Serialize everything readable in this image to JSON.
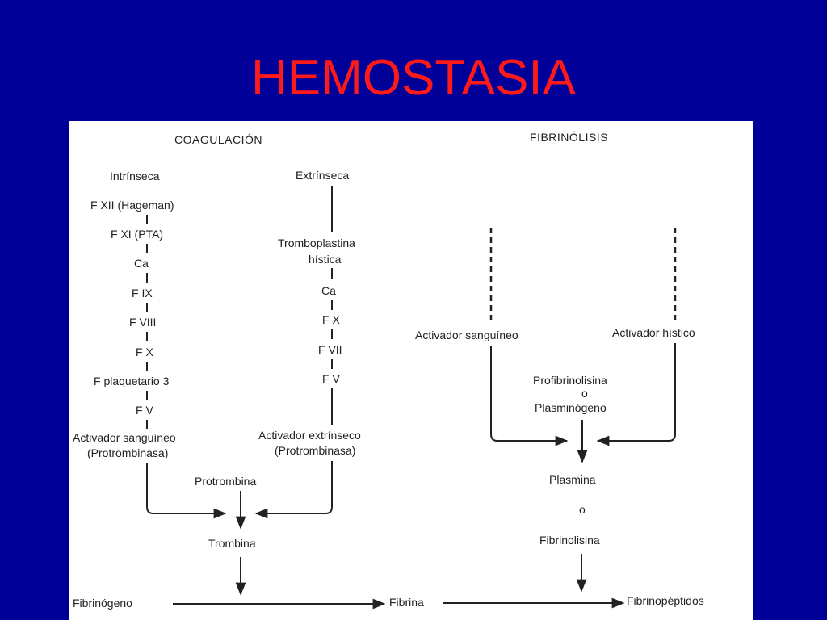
{
  "slide": {
    "title": "HEMOSTASIA"
  },
  "diagram": {
    "coagulation": {
      "heading": "COAGULACIÓN",
      "intrinsic": {
        "label": "Intrínseca",
        "steps": [
          "F XII (Hageman)",
          "F XI (PTA)",
          "Ca",
          "F IX",
          "F VIII",
          "F X",
          "F plaquetario 3",
          "F V"
        ],
        "activator_line1": "Activador sanguíneo",
        "activator_line2": "(Protrombinasa)"
      },
      "extrinsic": {
        "label": "Extrínseca",
        "tromboplastin_line1": "Tromboplastina",
        "tromboplastin_line2": "hística",
        "steps": [
          "Ca",
          "F X",
          "F VII",
          "F V"
        ],
        "activator_line1": "Activador extrínseco",
        "activator_line2": "(Protrombinasa)"
      },
      "prothrombin": "Protrombina",
      "thrombin": "Trombina",
      "fibrinogen": "Fibrinógeno",
      "fibrin": "Fibrina"
    },
    "fibrinolysis": {
      "heading": "FIBRINÓLISIS",
      "blood_activator": "Activador sanguíneo",
      "tissue_activator": "Activador hístico",
      "profibrinolysin_line1": "Profibrinolisina",
      "profibrinolysin_line2": "o",
      "profibrinolysin_line3": "Plasminógeno",
      "plasmin": "Plasmina",
      "plasmin_or": "o",
      "fibrinolysin": "Fibrinolisina",
      "fibrinopeptides": "Fibrinopéptidos"
    }
  }
}
